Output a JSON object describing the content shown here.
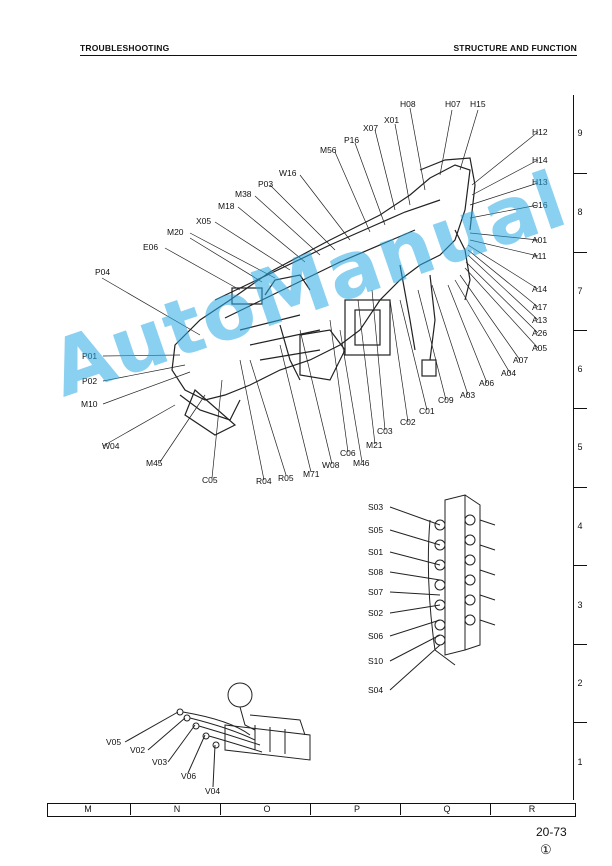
{
  "header": {
    "left": "TROUBLESHOOTING",
    "right": "STRUCTURE AND FUNCTION"
  },
  "labels": {
    "H08": "H08",
    "H07": "H07",
    "H15": "H15",
    "X01": "X01",
    "X07": "X07",
    "P16": "P16",
    "M56": "M56",
    "W16": "W16",
    "P03": "P03",
    "M38": "M38",
    "M18": "M18",
    "X05": "X05",
    "M20": "M20",
    "E06": "E06",
    "P04": "P04",
    "P01": "P01",
    "P02": "P02",
    "M10": "M10",
    "W04": "W04",
    "M45": "M45",
    "C05": "C05",
    "R04": "R04",
    "R05": "R05",
    "M71": "M71",
    "W08": "W08",
    "M46": "M46",
    "C06": "C06",
    "M21": "M21",
    "C03": "C03",
    "C02": "C02",
    "C01": "C01",
    "C09": "C09",
    "A03": "A03",
    "A06": "A06",
    "A04": "A04",
    "A07": "A07",
    "A05": "A05",
    "A26": "A26",
    "A13": "A13",
    "A17": "A17",
    "A14": "A14",
    "A11": "A11",
    "A01": "A01",
    "C16": "C16",
    "H13": "H13",
    "H14": "H14",
    "H12": "H12",
    "S03": "S03",
    "S05": "S05",
    "S01": "S01",
    "S08": "S08",
    "S07": "S07",
    "S02": "S02",
    "S06": "S06",
    "S10": "S10",
    "S04": "S04",
    "V05": "V05",
    "V02": "V02",
    "V03": "V03",
    "V06": "V06",
    "V04": "V04"
  },
  "grid": {
    "rows": [
      "9",
      "8",
      "7",
      "6",
      "5",
      "4",
      "3",
      "2",
      "1"
    ],
    "cols": [
      "M",
      "N",
      "O",
      "P",
      "Q",
      "R"
    ]
  },
  "page_number": "20-73",
  "revision_mark": "①",
  "watermark": "AutoManual"
}
